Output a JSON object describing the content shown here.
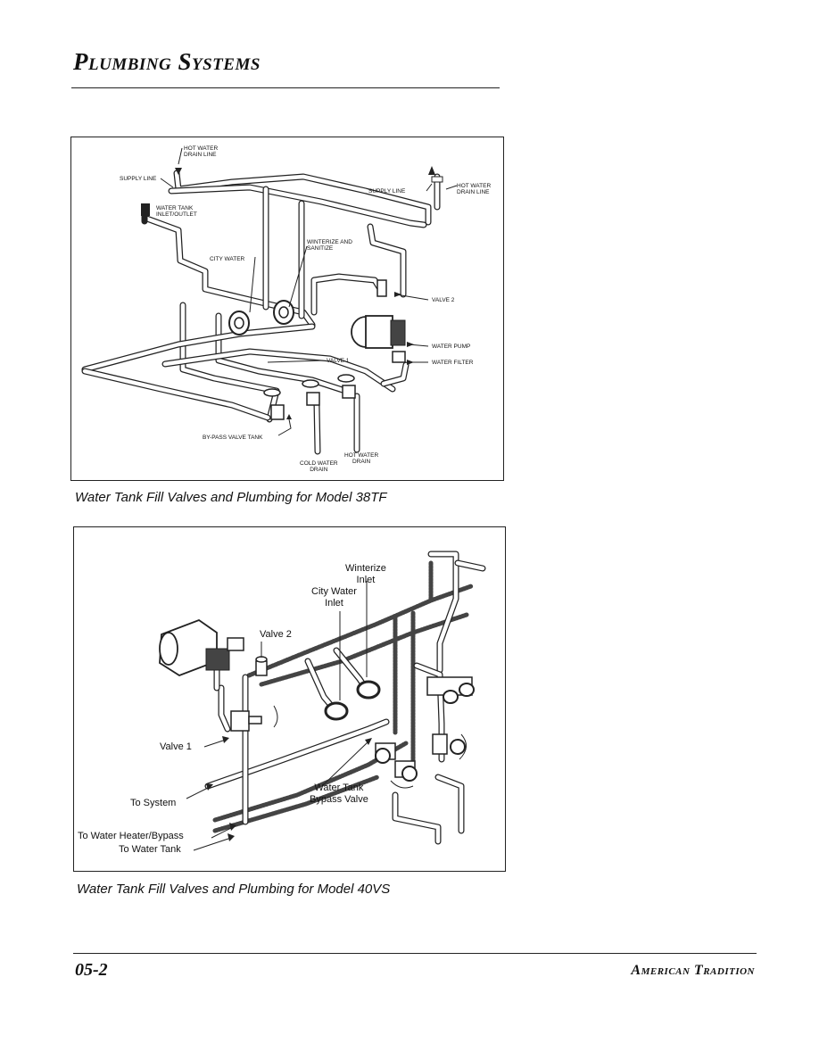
{
  "header": {
    "title": "Plumbing Systems"
  },
  "figure1": {
    "labels": {
      "hot_water_drain_top": "HOT WATER\nDRAIN LINE",
      "supply_line_left": "SUPPLY LINE",
      "supply_line_right": "SUPPLY LINE",
      "hot_water_drain_right": "HOT WATER\nDRAIN LINE",
      "water_tank_inlet": "WATER TANK\nINLET/OUTLET",
      "winterize": "WINTERIZE AND\nSANITIZE",
      "city_water": "CITY WATER",
      "valve2": "VALVE 2",
      "water_pump": "WATER PUMP",
      "water_filter": "WATER FILTER",
      "valve1": "VALVE 1",
      "bypass": "BY-PASS VALVE TANK",
      "hot_water_drain": "HOT WATER\nDRAIN",
      "cold_water_drain": "COLD WATER\nDRAIN"
    },
    "caption": "Water Tank Fill Valves and Plumbing for Model 38TF"
  },
  "figure2": {
    "labels": {
      "winterize": "Winterize\nInlet",
      "city_water": "City Water\nInlet",
      "valve2": "Valve 2",
      "valve1": "Valve 1",
      "to_system": "To System",
      "water_tank_bypass": "Water Tank\nBypass Valve",
      "to_water_heater": "To Water Heater/Bypass",
      "to_water_tank": "To Water Tank"
    },
    "caption": "Water Tank Fill Valves and Plumbing for Model 40VS"
  },
  "footer": {
    "page_number": "05-2",
    "brand": "American Tradition"
  }
}
